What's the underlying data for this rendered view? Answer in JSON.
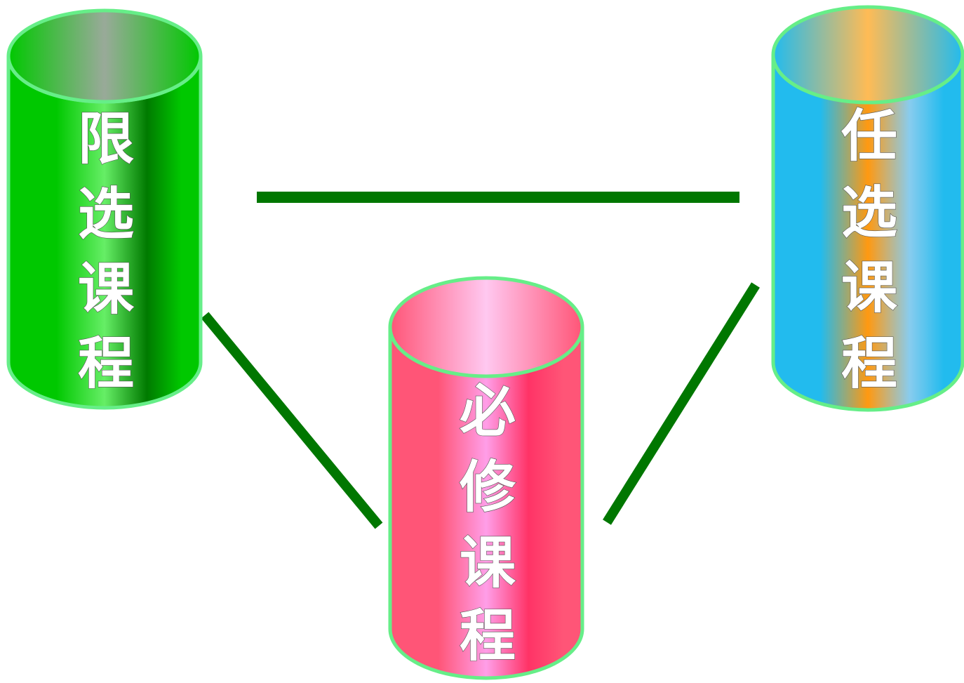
{
  "diagram": {
    "nodes": [
      {
        "id": "limited-elective",
        "label": "限选课程",
        "colors": {
          "edge": "#00c800",
          "mid": "#66ee66",
          "dark": "#007a00",
          "rim": "#66ee88",
          "top_mid": "#99aa99"
        }
      },
      {
        "id": "compulsory",
        "label": "必修课程",
        "colors": {
          "edge": "#ff5577",
          "mid": "#ff9ee8",
          "dark": "#ff3366",
          "rim": "#66ee88",
          "top_mid": "#ffc8f0"
        }
      },
      {
        "id": "free-elective",
        "label": "任选课程",
        "colors": {
          "edge": "#22bbee",
          "mid": "#ff9911",
          "dark": "#88ccee",
          "rim": "#66ee88",
          "top_mid": "#ffbb55"
        }
      }
    ],
    "connectors": [
      {
        "from": "limited-elective",
        "to": "free-elective"
      },
      {
        "from": "limited-elective",
        "to": "compulsory"
      },
      {
        "from": "free-elective",
        "to": "compulsory"
      }
    ],
    "connector_color": "#007700"
  }
}
